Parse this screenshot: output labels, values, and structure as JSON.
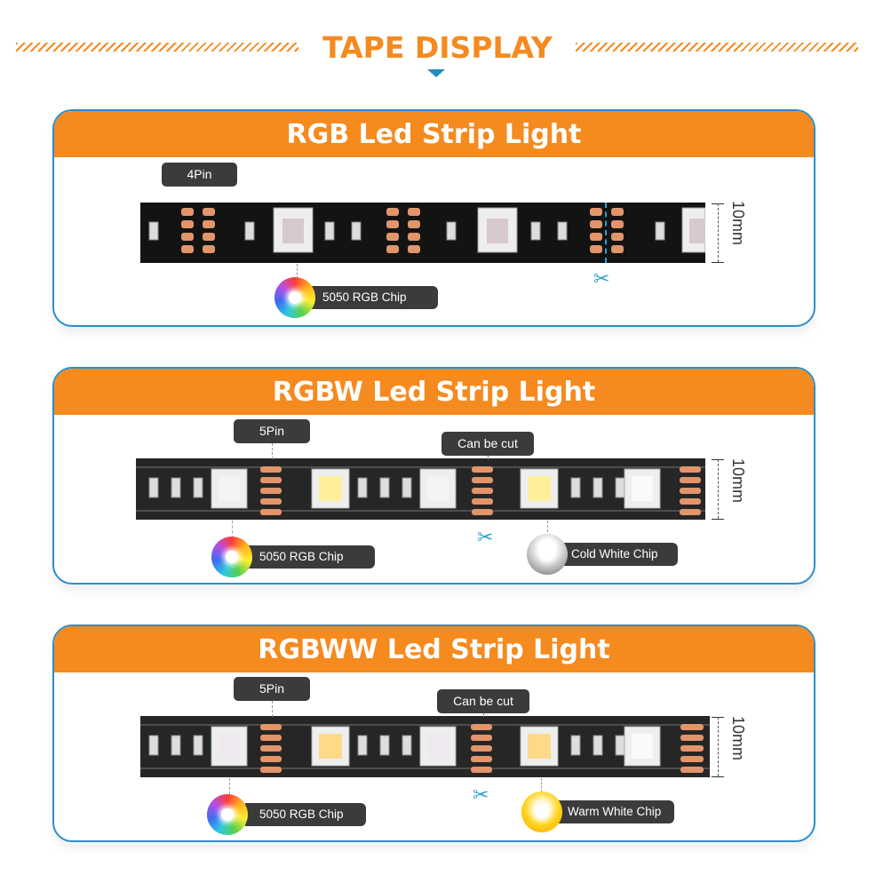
{
  "header": {
    "title": "TAPE DISPLAY"
  },
  "colors": {
    "accent": "#f58a1f",
    "border": "#2b8fcb",
    "tag": "#3b3b3b",
    "cut": "#2a9fd6"
  },
  "panels": [
    {
      "title": "RGB Led Strip Light",
      "pin_tag": "4Pin",
      "dimension": "10mm",
      "chips": [
        {
          "label": "5050 RGB Chip",
          "icon": "rgb-chip-icon"
        }
      ]
    },
    {
      "title": "RGBW Led Strip Light",
      "pin_tag": "5Pin",
      "cut_tag": "Can be cut",
      "dimension": "10mm",
      "chips": [
        {
          "label": "5050 RGB Chip",
          "icon": "rgb-chip-icon"
        },
        {
          "label": "Cold  White Chip",
          "icon": "cold-white-chip-icon"
        }
      ]
    },
    {
      "title": "RGBWW Led Strip Light",
      "pin_tag": "5Pin",
      "cut_tag": "Can be cut",
      "dimension": "10mm",
      "chips": [
        {
          "label": "5050 RGB Chip",
          "icon": "rgb-chip-icon"
        },
        {
          "label": "Warm White Chip",
          "icon": "warm-white-chip-icon"
        }
      ]
    }
  ]
}
